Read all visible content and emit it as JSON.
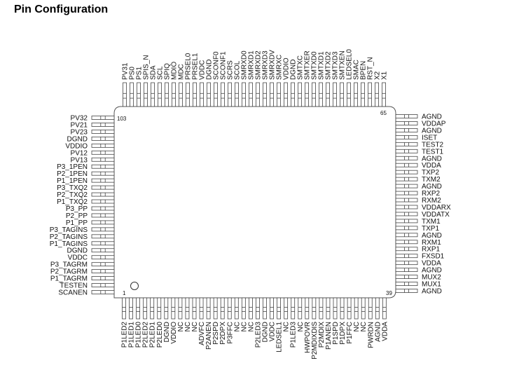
{
  "title": "Pin Configuration",
  "pin_numbers": {
    "top_left": "103",
    "bottom_left": "1",
    "top_right": "65",
    "bottom_right": "39"
  },
  "pins": {
    "top": [
      "PV31",
      "PS0",
      "PS1",
      "SPIS_N",
      "SDA",
      "SCL",
      "SPIQ",
      "MDIO",
      "MDC",
      "PRSEL0",
      "PRSEL1",
      "VDDC",
      "DGND",
      "SCONF0",
      "SCONF1",
      "SCRS",
      "SCOL",
      "SMRXD0",
      "SMRXD1",
      "SMRXD2",
      "SMRXD3",
      "SMRXDV",
      "SMRXC",
      "VDDIO",
      "DGND",
      "SMTXC",
      "SMTXER",
      "SMTXD0",
      "SMTXD1",
      "SMTXD2",
      "SMTXD3",
      "SMTXEN",
      "LEDSEL0",
      "SMAC",
      "BPEN",
      "RST_N",
      "X2",
      "X1"
    ],
    "bottom": [
      "P1LED2",
      "P1LED1",
      "P1LED0",
      "P2LED2",
      "P2LED1",
      "P2LED0",
      "DGND",
      "VDDIO",
      "NC",
      "NC",
      "NC",
      "ADVFC",
      "P2ANEN",
      "P2SPD",
      "P2DPX",
      "P3FFC",
      "NC",
      "NC",
      "NC",
      "P2LED3",
      "DGND",
      "VDDC",
      "LEDSEL1",
      "NC",
      "P1LED3",
      "NC",
      "HWPOVR",
      "P2MDIXDIS",
      "P2MDIX",
      "P1ANEN",
      "P1SPD",
      "P1DPX",
      "P1FFC",
      "NC",
      "NC",
      "PWRDN",
      "AGND",
      "VDDA"
    ],
    "left": [
      "PV32",
      "PV21",
      "PV23",
      "DGND",
      "VDDIO",
      "PV12",
      "PV13",
      "P3_1PEN",
      "P2_1PEN",
      "P1_1PEN",
      "P3_TXQ2",
      "P2_TXQ2",
      "P1_TXQ2",
      "P3_PP",
      "P2_PP",
      "P1_PP",
      "P3_TAGINS",
      "P2_TAGINS",
      "P1_TAGINS",
      "DGND",
      "VDDC",
      "P3_TAGRM",
      "P2_TAGRM",
      "P1_TAGRM",
      "TESTEN",
      "SCANEN"
    ],
    "right": [
      "AGND",
      "VDDAP",
      "AGND",
      "ISET",
      "TEST2",
      "TEST1",
      "AGND",
      "VDDA",
      "TXP2",
      "TXM2",
      "AGND",
      "RXP2",
      "RXM2",
      "VDDARX",
      "VDDATX",
      "TXM1",
      "TXP1",
      "AGND",
      "RXM1",
      "RXP1",
      "FXSD1",
      "VDDA",
      "AGND",
      "MUX2",
      "MUX1",
      "AGND"
    ]
  }
}
